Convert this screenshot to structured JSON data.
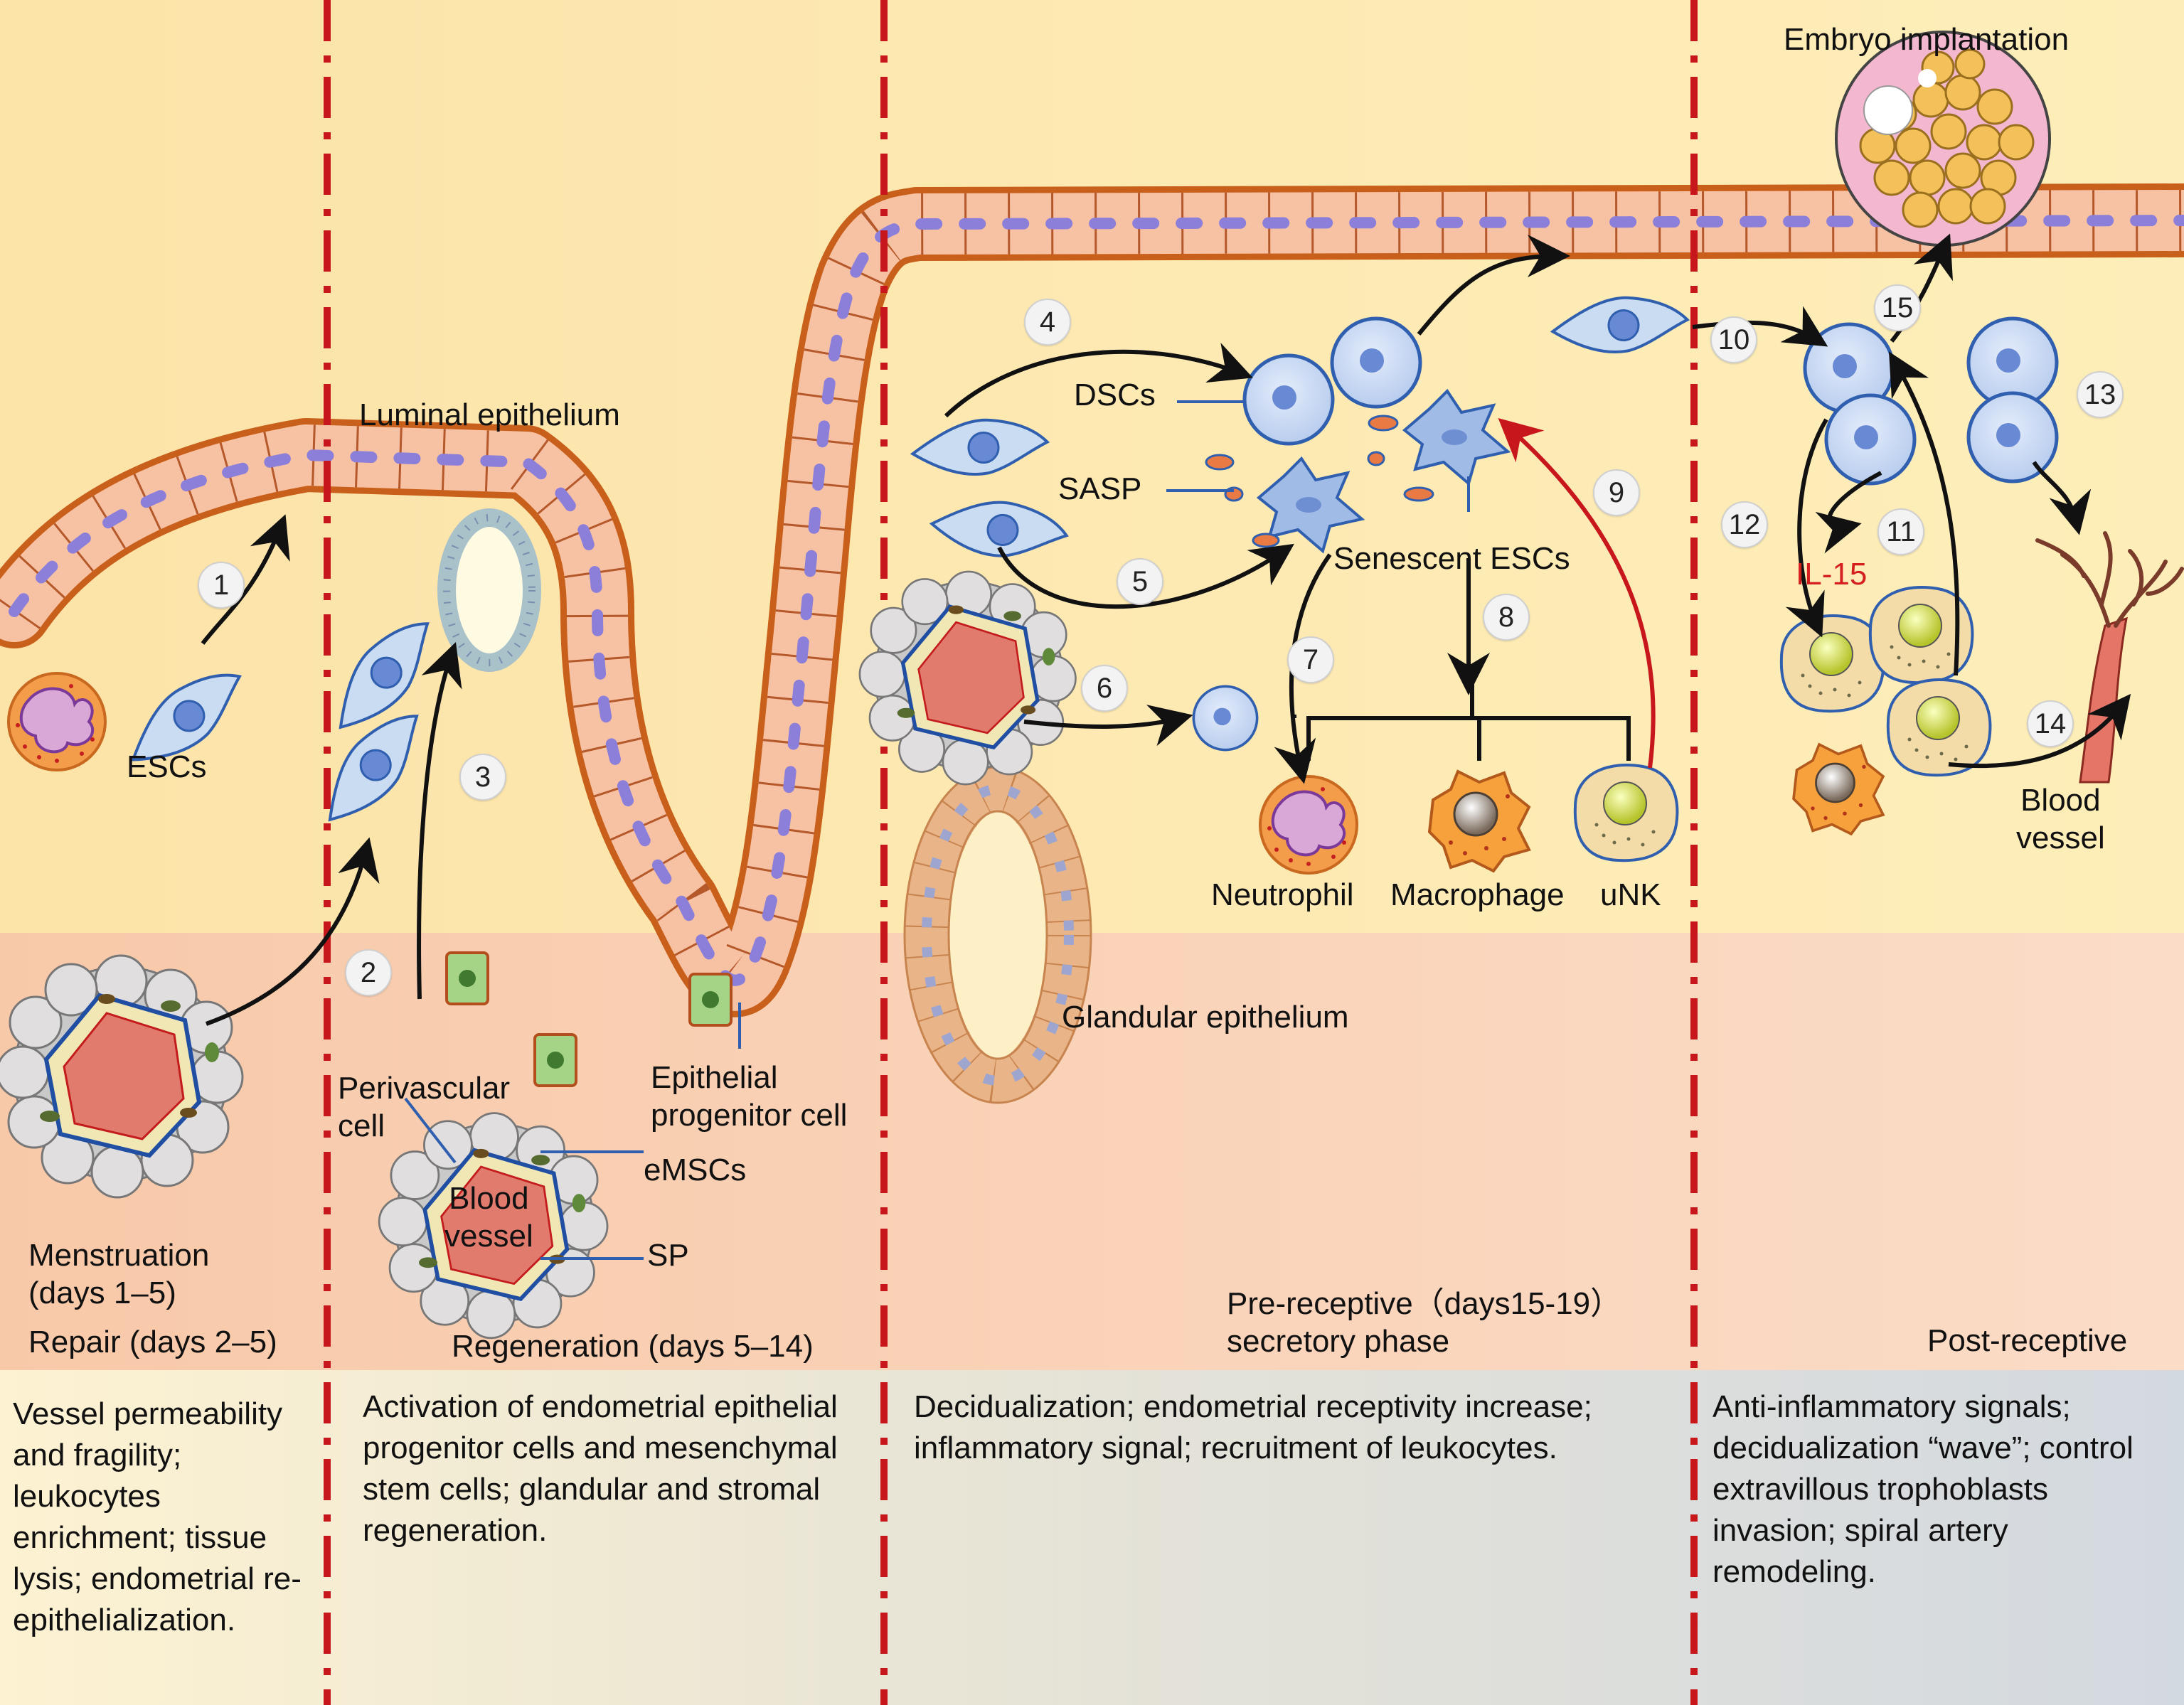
{
  "labels": {
    "embryo_implantation": "Embryo implantation",
    "luminal_epithelium": "Luminal epithelium",
    "escs": "ESCs",
    "dscs": "DSCs",
    "sasp": "SASP",
    "senescent_escs": "Senescent ESCs",
    "il15": "IL-15",
    "blood_vessel_right": "Blood\nvessel",
    "neutrophil": "Neutrophil",
    "macrophage": "Macrophage",
    "unk": "uNK",
    "glandular_epithelium": "Glandular epithelium",
    "perivascular_cell": "Perivascular\ncell",
    "epithelial_progenitor_cell": "Epithelial\nprogenitor cell",
    "emscs": "eMSCs",
    "blood_vessel_center": "Blood\nvessel",
    "sp": "SP"
  },
  "steps": [
    "1",
    "2",
    "3",
    "4",
    "5",
    "6",
    "7",
    "8",
    "9",
    "10",
    "11",
    "12",
    "13",
    "14",
    "15"
  ],
  "phases": {
    "menstruation": "Menstruation\n(days 1–5)",
    "repair": "Repair (days 2–5)",
    "regeneration": "Regeneration (days 5–14)",
    "prereceptive": "Pre-receptive（days15-19）\nsecretory phase",
    "postreceptive": "Post-receptive"
  },
  "descriptions": {
    "col1": "Vessel permeability and fragility; leukocytes enrichment; tissue lysis; endometrial re-epithelialization.",
    "col2": "Activation of endometrial epithelial progenitor cells and mesenchymal stem cells; glandular and stromal regeneration.",
    "col3": "Decidualization; endometrial receptivity increase; inflammatory signal; recruitment of leukocytes.",
    "col4": "Anti-inflammatory signals; decidualization “wave”; control extravillous trophoblasts invasion; spiral artery remodeling."
  },
  "colors": {
    "upper_bg": "#fdeab0",
    "lower_bg": "#f9d4b8",
    "divider": "#c8161d",
    "arrow_black": "#111111",
    "arrow_red": "#c8161d",
    "label_line": "#2f5fae",
    "il15_text": "#d51f1f"
  }
}
